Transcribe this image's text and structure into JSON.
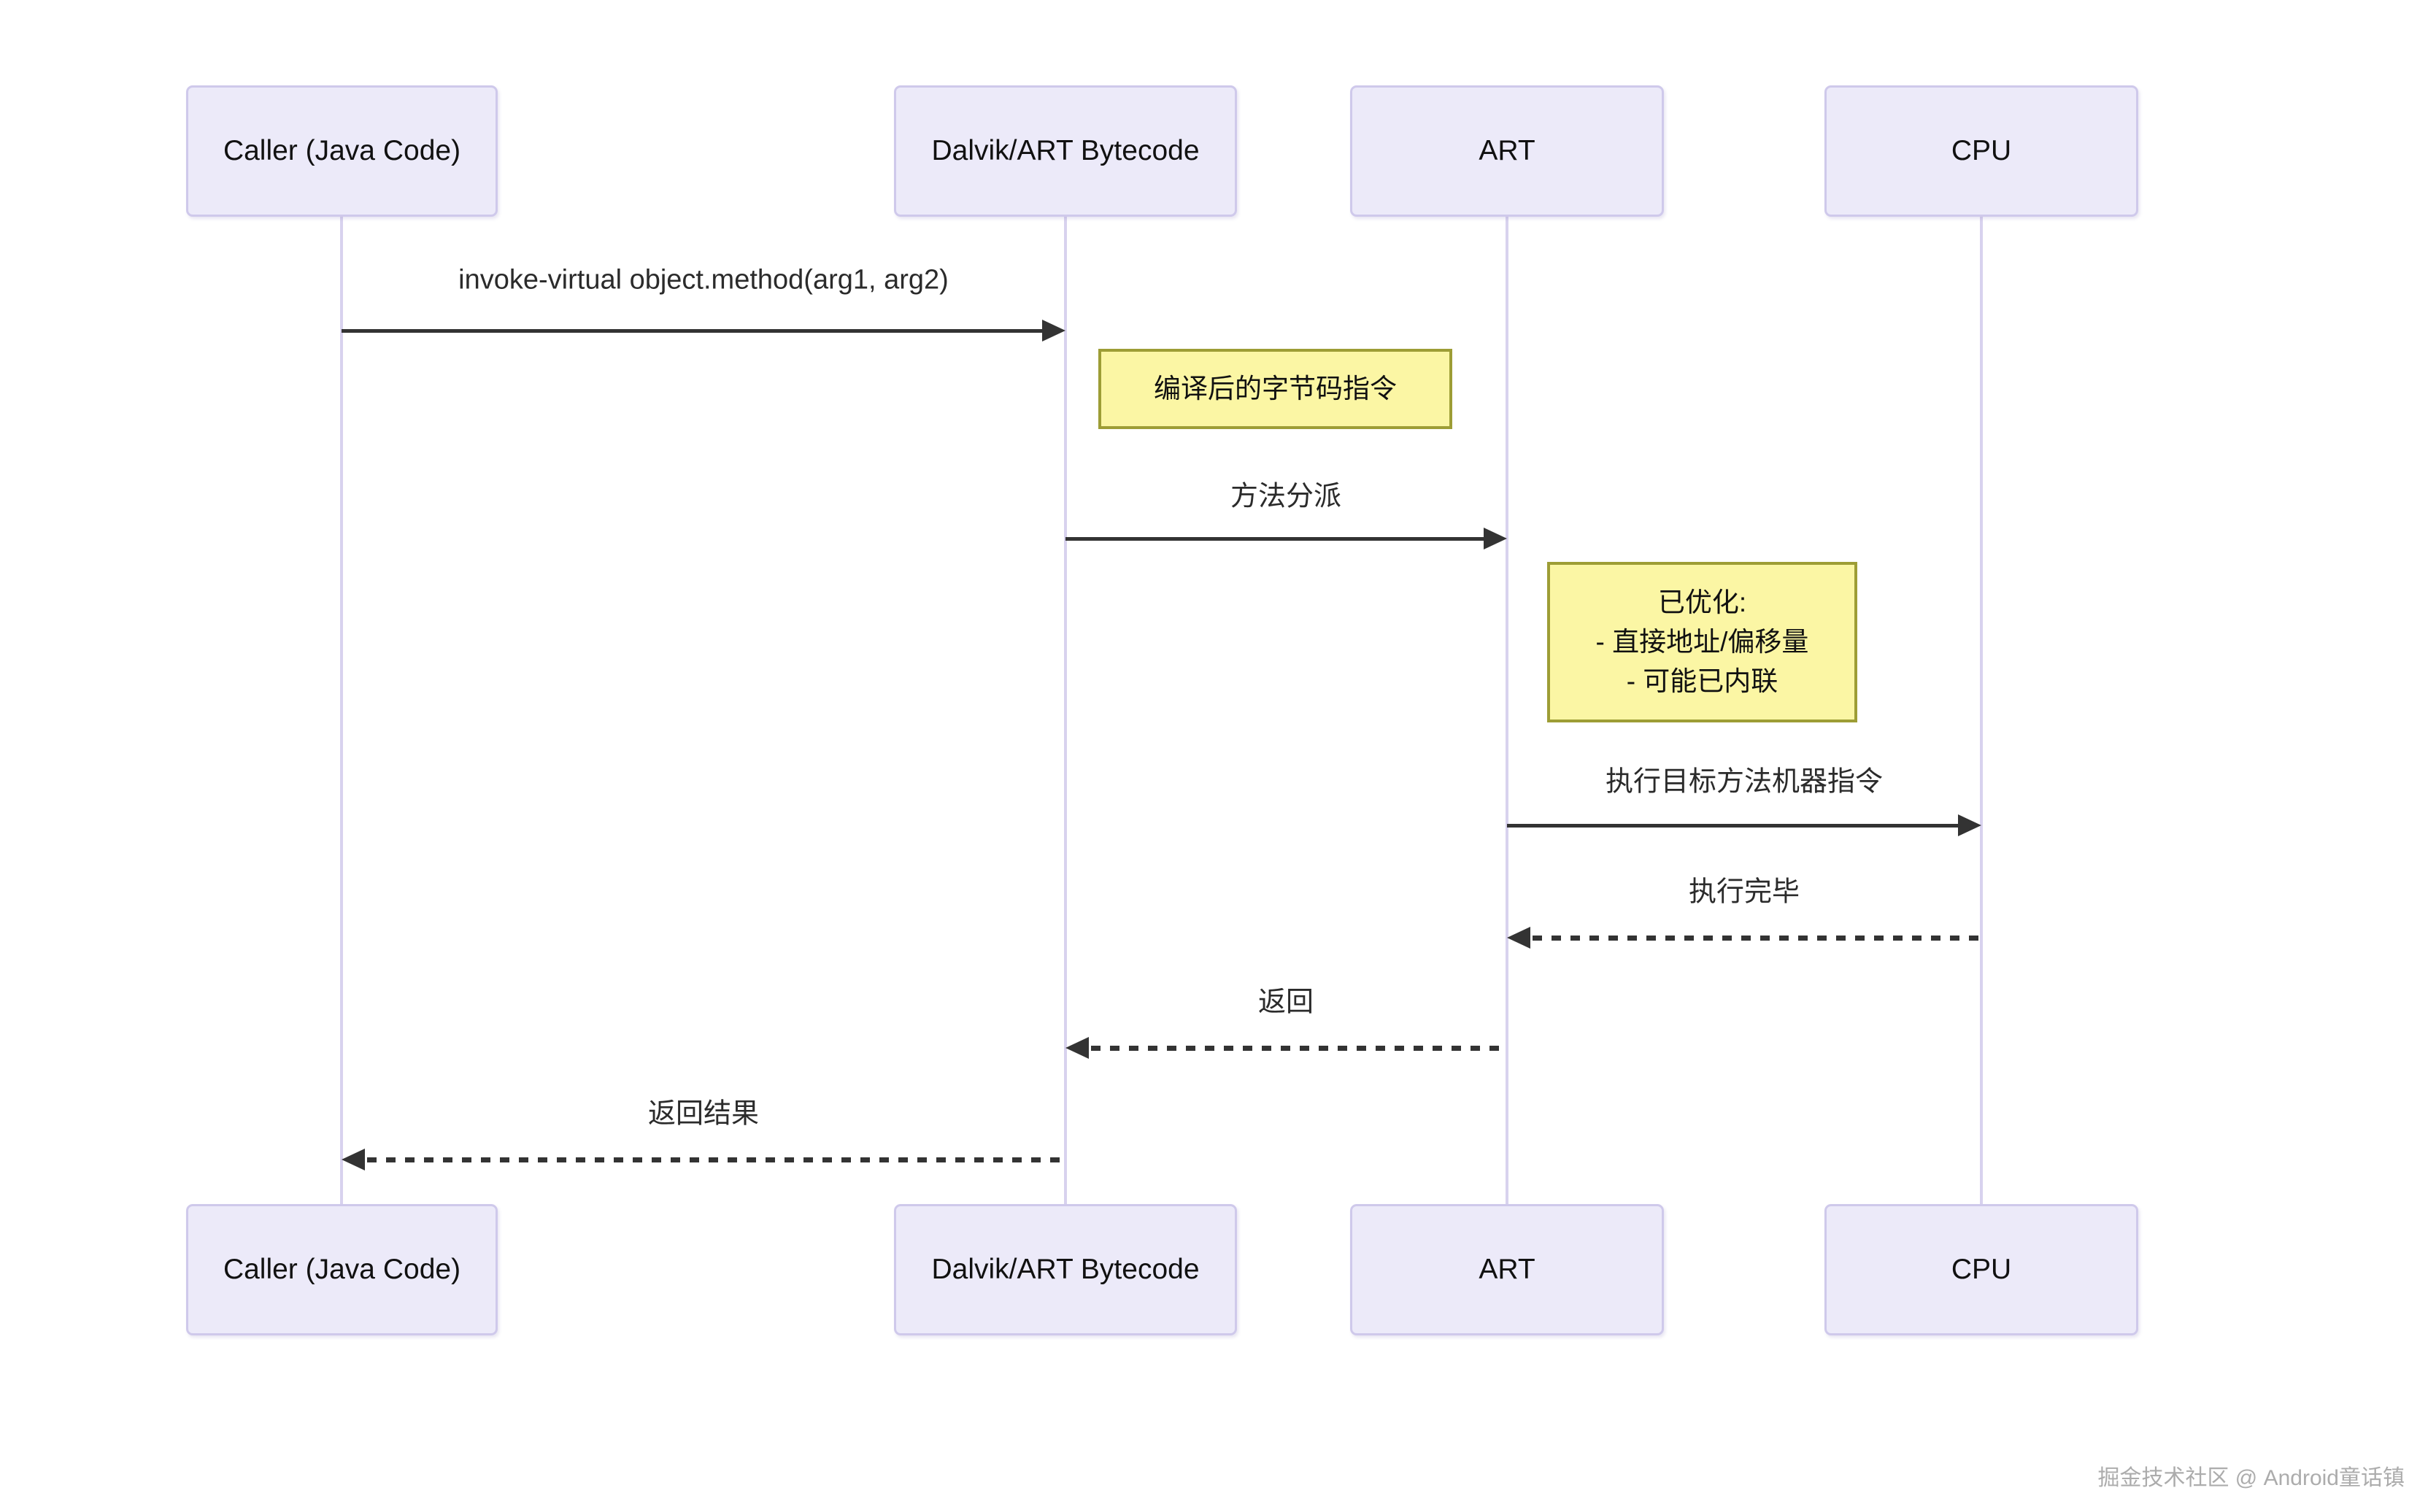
{
  "diagram": {
    "actors": [
      {
        "id": "caller",
        "label": "Caller (Java Code)"
      },
      {
        "id": "bytecode",
        "label": "Dalvik/ART Bytecode"
      },
      {
        "id": "art",
        "label": "ART"
      },
      {
        "id": "cpu",
        "label": "CPU"
      }
    ],
    "messages": [
      {
        "text": "invoke-virtual object.method(arg1, arg2)",
        "from": "caller",
        "to": "bytecode",
        "style": "solid"
      },
      {
        "text": "方法分派",
        "from": "bytecode",
        "to": "art",
        "style": "solid"
      },
      {
        "text": "执行目标方法机器指令",
        "from": "art",
        "to": "cpu",
        "style": "solid"
      },
      {
        "text": "执行完毕",
        "from": "cpu",
        "to": "art",
        "style": "dashed"
      },
      {
        "text": "返回",
        "from": "art",
        "to": "bytecode",
        "style": "dashed"
      },
      {
        "text": "返回结果",
        "from": "bytecode",
        "to": "caller",
        "style": "dashed"
      }
    ],
    "notes": [
      {
        "id": "compiled-bytecode",
        "lines": [
          "编译后的字节码指令"
        ]
      },
      {
        "id": "optimized",
        "lines": [
          "已优化:",
          "- 直接地址/偏移量",
          "- 可能已内联"
        ]
      }
    ],
    "watermark": "掘金技术社区 @ Android童话镇",
    "colors": {
      "actor_fill": "#ECEAF9",
      "actor_border": "#CFC9EB",
      "lifeline": "#D8D2EE",
      "note_fill": "#FBF6A4",
      "note_border": "#9D9D35",
      "arrow": "#333333",
      "text": "#111111",
      "message_text": "#2B2B2B",
      "watermark": "#ACACAC"
    }
  }
}
